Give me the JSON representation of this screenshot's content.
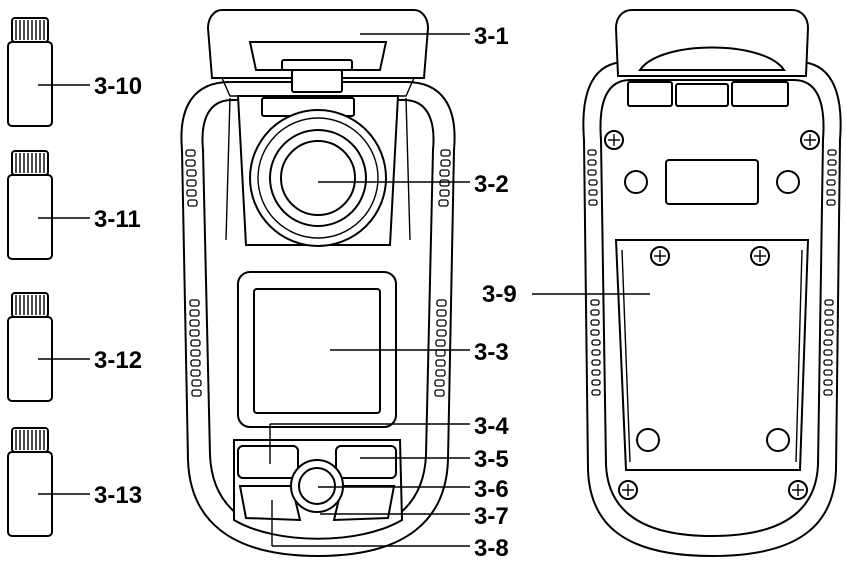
{
  "callouts": {
    "c3_1": "3-1",
    "c3_2": "3-2",
    "c3_3": "3-3",
    "c3_4": "3-4",
    "c3_5": "3-5",
    "c3_6": "3-6",
    "c3_7": "3-7",
    "c3_8": "3-8",
    "c3_9": "3-9",
    "c3_10": "3-10",
    "c3_11": "3-11",
    "c3_12": "3-12",
    "c3_13": "3-13"
  },
  "colors": {
    "line": "#000000",
    "background": "#ffffff",
    "shade": "#cfcfcf"
  },
  "icons": [
    "vial-icon",
    "meter-front-icon",
    "meter-back-icon",
    "screw-icon"
  ]
}
